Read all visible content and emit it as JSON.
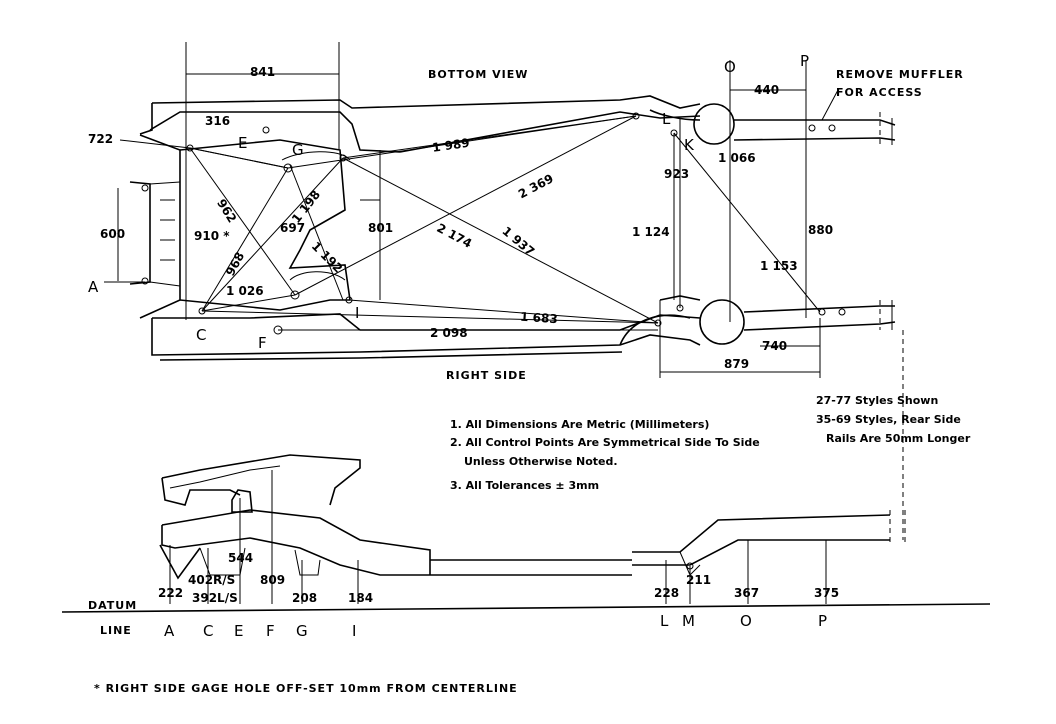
{
  "titles": {
    "bottom_view": "BOTTOM VIEW",
    "right_side": "RIGHT SIDE",
    "remove_muffler_1": "REMOVE MUFFLER",
    "remove_muffler_2": "FOR ACCESS"
  },
  "point_labels": {
    "A": "A",
    "C": "C",
    "E": "E",
    "F": "F",
    "G": "G",
    "I": "I",
    "K": "K",
    "L": "L",
    "O": "O",
    "P": "P"
  },
  "top_dimensions": {
    "d841": "841",
    "d440": "440",
    "d316": "316",
    "d722": "722",
    "d600": "600",
    "d910": "910 *",
    "d962": "962",
    "d1198": "1 198",
    "d697": "697",
    "d968": "968",
    "d1192": "1 192",
    "d801": "801",
    "d1026": "1 026",
    "d1989": "1 989",
    "d2369": "2 369",
    "d2174": "2 174",
    "d1937": "1 937",
    "d1683": "1 683",
    "d2098": "2 098",
    "d923": "923",
    "d1066": "1 066",
    "d1124": "1 124",
    "d880": "880",
    "d1153": "1 153",
    "d740": "740",
    "d879": "879"
  },
  "notes": [
    "1. All Dimensions Are Metric (Millimeters)",
    "2. All Control Points Are Symmetrical Side To Side",
    "Unless Otherwise Noted.",
    "3. All Tolerances ± 3mm"
  ],
  "styles_note": [
    "27-77 Styles Shown",
    "35-69 Styles, Rear Side",
    "Rails Are 50mm Longer"
  ],
  "side_heights": {
    "h222": "222",
    "h402": "402R/S",
    "h392": "392L/S",
    "h544": "544",
    "h809": "809",
    "h208": "208",
    "h184": "184",
    "h228": "228",
    "h211": "211",
    "h367": "367",
    "h375": "375"
  },
  "datum": {
    "line1": "DATUM",
    "line2": "LINE",
    "points": [
      "A",
      "C",
      "E",
      "F",
      "G",
      "I",
      "L",
      "M",
      "O",
      "P"
    ]
  },
  "footnote": "*   RIGHT SIDE GAGE HOLE OFF-SET 10mm FROM CENTERLINE"
}
